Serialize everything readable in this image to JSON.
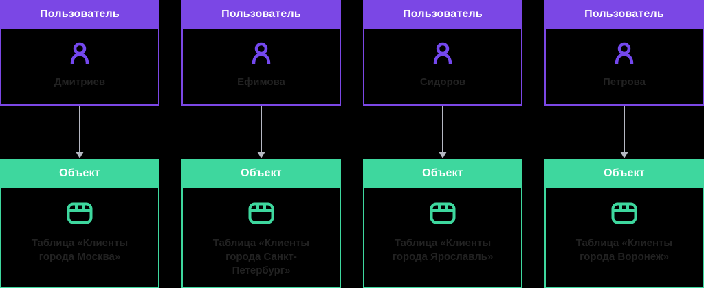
{
  "colors": {
    "purple": "#7b47e5",
    "icon-purple": "#7448ee",
    "green": "#3ed79e",
    "card-bg": "#000000",
    "page-bg": "#000000",
    "arrow": "#b5b8c2",
    "dim-text": "#222222",
    "header-text": "#ffffff"
  },
  "columns": [
    {
      "user": {
        "header": "Пользователь",
        "name": "Дмитриев",
        "icon": "user-icon"
      },
      "object": {
        "header": "Объект",
        "name": "Таблица «Клиенты города Москва»",
        "icon": "table-icon"
      }
    },
    {
      "user": {
        "header": "Пользователь",
        "name": "Ефимова",
        "icon": "user-icon"
      },
      "object": {
        "header": "Объект",
        "name": "Таблица «Клиенты города Санкт-Петербург»",
        "icon": "table-icon"
      }
    },
    {
      "user": {
        "header": "Пользователь",
        "name": "Сидоров",
        "icon": "user-icon"
      },
      "object": {
        "header": "Объект",
        "name": "Таблица «Клиенты города Ярославль»",
        "icon": "table-icon"
      }
    },
    {
      "user": {
        "header": "Пользователь",
        "name": "Петрова",
        "icon": "user-icon"
      },
      "object": {
        "header": "Объект",
        "name": "Таблица «Клиенты города Воронеж»",
        "icon": "table-icon"
      }
    }
  ]
}
